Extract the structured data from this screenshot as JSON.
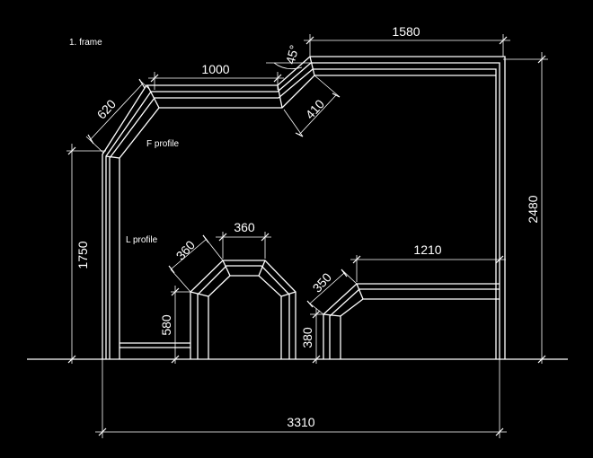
{
  "notes": {
    "frame": "1. frame",
    "f_profile": "F profile",
    "l_profile": "L profile"
  },
  "dimensions": {
    "top_right_length": "1580",
    "angle": "45°",
    "top_middle_length": "1000",
    "top_left_slope": "620",
    "top_right_slope": "410",
    "total_height": "2480",
    "left_height": "1750",
    "total_width": "3310",
    "arch_top": "360",
    "arch_slope": "360",
    "arch_leg_height": "580",
    "right_shelf_length": "1210",
    "right_shelf_slope": "350",
    "right_leg_height": "380"
  },
  "colors": {
    "background": "#000000",
    "lines": "#ffffff"
  }
}
